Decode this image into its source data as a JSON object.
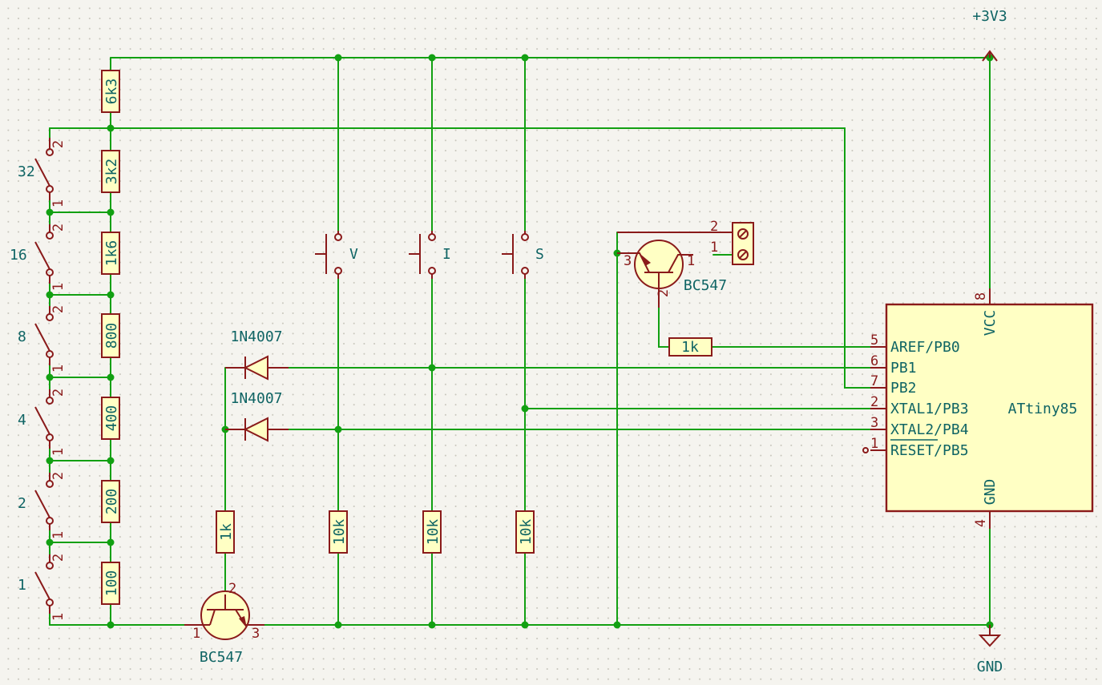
{
  "power": {
    "vcc_net": "+3V3",
    "gnd_net": "GND"
  },
  "resistors": {
    "ladder": [
      "6k3",
      "3k2",
      "1k6",
      "800",
      "400",
      "200",
      "100"
    ],
    "base_left": "1k",
    "pulldown_v": "10k",
    "pulldown_i": "10k",
    "pulldown_s": "10k",
    "base_right": "1k"
  },
  "switches": {
    "labels": [
      "32",
      "16",
      "8",
      "4",
      "2",
      "1"
    ],
    "pin_top": "2",
    "pin_bottom": "1"
  },
  "buttons": [
    "V",
    "I",
    "S"
  ],
  "diodes": [
    "1N4007",
    "1N4007"
  ],
  "transistors": {
    "left": {
      "name": "BC547",
      "pin_base": "1",
      "pin_collector": "2",
      "pin_emitter": "3"
    },
    "right": {
      "name": "BC547",
      "pin_emitter": "3",
      "pin_base": "2",
      "pin_collector": "1"
    }
  },
  "connector": {
    "pins": [
      "2",
      "1"
    ]
  },
  "ic": {
    "name": "ATtiny85",
    "vcc_label": "VCC",
    "vcc_pin": "8",
    "gnd_label": "GND",
    "gnd_pin": "4",
    "pins": [
      {
        "num": "5",
        "name": "AREF/PB0"
      },
      {
        "num": "6",
        "name": "PB1"
      },
      {
        "num": "7",
        "name": "PB2"
      },
      {
        "num": "2",
        "name": "XTAL1/PB3"
      },
      {
        "num": "3",
        "name": "XTAL2/PB4"
      },
      {
        "num": "1",
        "name": "RESET/PB5"
      }
    ]
  },
  "colors": {
    "wire": "#12a012",
    "component": "#8a1a1a",
    "component_fill": "#ffffc4",
    "text": "#0f6464",
    "background": "#f5f4ef"
  }
}
